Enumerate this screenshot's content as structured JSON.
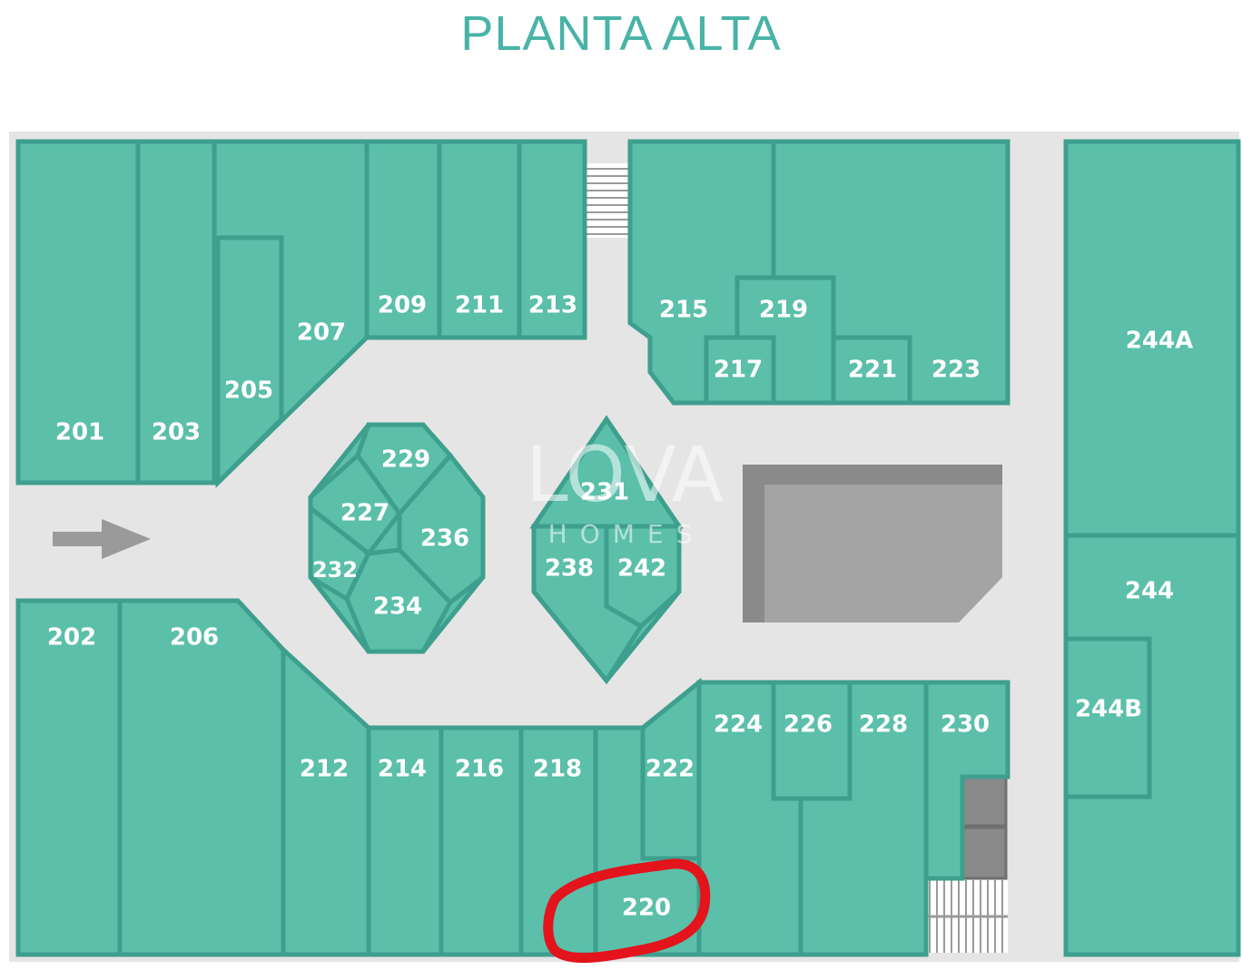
{
  "title": "PLANTA ALTA",
  "watermark": {
    "brand": "LOVA",
    "sub": "HOMES"
  },
  "colors": {
    "unit_fill": "#5bbfaa",
    "unit_stroke": "#3e9f8e",
    "corridor": "#e5e5e5",
    "title": "#49b3a7",
    "block": "#9a9a9a",
    "highlight": "#e3141b"
  },
  "units": {
    "u201": "201",
    "u203": "203",
    "u205": "205",
    "u207": "207",
    "u209": "209",
    "u211": "211",
    "u213": "213",
    "u215": "215",
    "u217": "217",
    "u219": "219",
    "u221": "221",
    "u223": "223",
    "u244a": "244A",
    "u244": "244",
    "u244b": "244B",
    "u202": "202",
    "u206": "206",
    "u212": "212",
    "u214": "214",
    "u216": "216",
    "u218": "218",
    "u220": "220",
    "u222": "222",
    "u224": "224",
    "u226": "226",
    "u228": "228",
    "u230": "230",
    "u229": "229",
    "u227": "227",
    "u236": "236",
    "u232": "232",
    "u234": "234",
    "u231": "231",
    "u238": "238",
    "u242": "242"
  },
  "highlighted_unit": "220"
}
